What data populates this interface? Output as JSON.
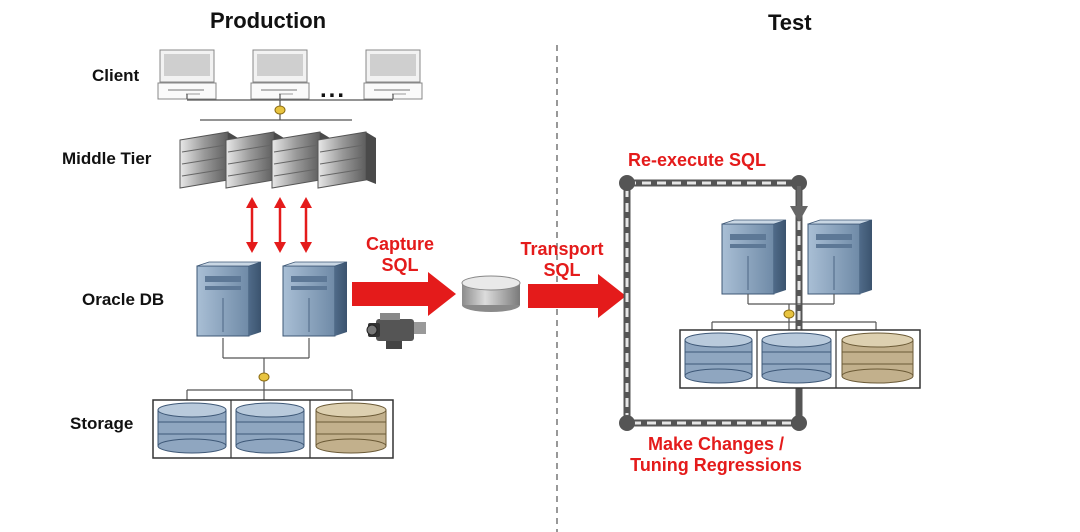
{
  "headings": {
    "production": "Production",
    "test": "Test"
  },
  "row_labels": {
    "client": "Client",
    "middle_tier": "Middle Tier",
    "oracle_db": "Oracle DB",
    "storage": "Storage"
  },
  "client_ellipsis": "...",
  "steps": {
    "capture_l1": "Capture",
    "capture_l2": "SQL",
    "transport_l1": "Transport",
    "transport_l2": "SQL",
    "reexecute": "Re-execute SQL",
    "make_changes_l1": "Make Changes /",
    "make_changes_l2": "Tuning Regressions"
  },
  "colors": {
    "accent_red": "#e41b1b",
    "server_blue": "#7f9bb8",
    "disk_blue": "#8fa6c0",
    "disk_tan": "#c2b08c",
    "loop_dark": "#555555",
    "connector_yellow": "#e8c440"
  }
}
